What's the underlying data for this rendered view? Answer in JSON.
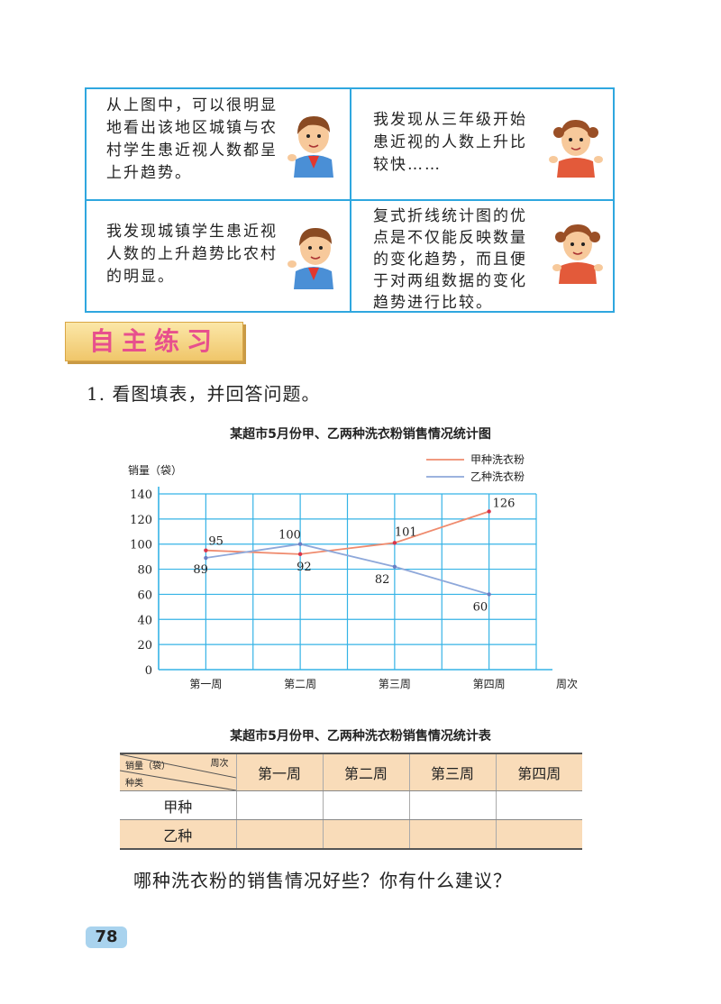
{
  "speech": {
    "top_left": [
      "从上图中，可以很明显",
      "地看出该地区城镇与农",
      "村学生患近视人数都呈",
      "上升趋势。"
    ],
    "top_right": [
      "我发现从三年级开始",
      "患近视的人数上升比",
      "较快……"
    ],
    "bottom_left": [
      "我发现城镇学生患近视",
      "人数的上升趋势比农村",
      "的明显。"
    ],
    "bottom_right": [
      "复式折线统计图的优",
      "点是不仅能反映数量",
      "的变化趋势，而且便",
      "于对两组数据的变化",
      "趋势进行比较。"
    ]
  },
  "section_title": "自主练习",
  "question": "1. 看图填表，并回答问题。",
  "chart_data": {
    "type": "line",
    "title": "某超市5月份甲、乙两种洗衣粉销售情况统计图",
    "ylabel": "销量（袋）",
    "xlabel": "周次",
    "categories": [
      "第一周",
      "第二周",
      "第三周",
      "第四周"
    ],
    "ylim": [
      0,
      140
    ],
    "yticks": [
      0,
      20,
      40,
      60,
      80,
      100,
      120,
      140
    ],
    "grid": true,
    "legend": "top-right",
    "series": [
      {
        "name": "甲种洗衣粉",
        "values": [
          95,
          92,
          101,
          126
        ],
        "labels": [
          "95",
          "92",
          "101",
          "126"
        ],
        "color": "#ef8b6e"
      },
      {
        "name": "乙种洗衣粉",
        "values": [
          89,
          100,
          82,
          60
        ],
        "labels": [
          "89",
          "100",
          "82",
          "60"
        ],
        "color": "#8ea8da"
      }
    ]
  },
  "table": {
    "title": "某超市5月份甲、乙两种洗衣粉销售情况统计表",
    "corner_top_right": "周次",
    "corner_mid": "销量（袋）",
    "corner_bottom_left": "种类",
    "columns": [
      "第一周",
      "第二周",
      "第三周",
      "第四周"
    ],
    "rows": [
      "甲种",
      "乙种"
    ]
  },
  "closing_question": "哪种洗衣粉的销售情况好些？你有什么建议？",
  "page_number": "78",
  "colors": {
    "grid_border": "#2fa7df",
    "chart_grid": "#35b3e6",
    "banner_text": "#e7508d",
    "table_fill": "#f9dcb9"
  }
}
